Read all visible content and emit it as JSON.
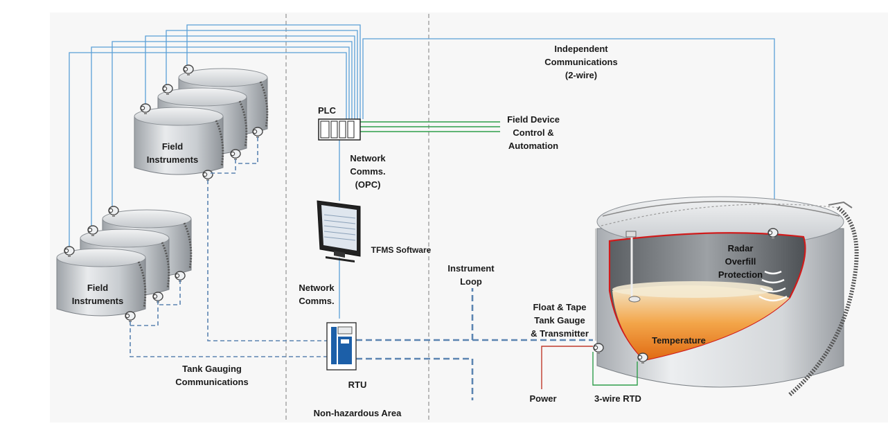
{
  "labels": {
    "field_instruments_top": "Field\nInstruments",
    "field_instruments_bottom": "Field\nInstruments",
    "plc": "PLC",
    "network_comms_opc": "Network\nComms.\n(OPC)",
    "tfms_software": "TFMS Software",
    "network_comms": "Network\nComms.",
    "rtu": "RTU",
    "non_hazardous_area": "Non-hazardous Area",
    "independent_comms": "Independent\nCommunications\n(2-wire)",
    "field_device_control": "Field Device\nControl &\nAutomation",
    "instrument_loop": "Instrument\nLoop",
    "float_tape": "Float & Tape\nTank Gauge\n& Transmitter",
    "radar_overfill": "Radar\nOverfill\nProtection",
    "temperature": "Temperature",
    "power": "Power",
    "three_wire_rtd": "3-wire RTD",
    "tank_gauging_comms": "Tank Gauging\nCommunications"
  },
  "colors": {
    "comm_line": "#5a9fd6",
    "dashed_link": "#5b84b1",
    "control_line": "#2e9e4a",
    "power_line": "#c0392b",
    "rtd_line": "#2e9e4a",
    "tank_shell": "#cfd2d6",
    "liquid_top": "#f1e6c8",
    "liquid_bottom": "#e67c1a",
    "cutaway_border": "#d01b1b"
  },
  "icons": {
    "instrument": "sensor-head-icon",
    "plc": "plc-rack-icon",
    "monitor": "computer-monitor-icon",
    "rtu": "rtu-module-icon",
    "radar_waves": "radar-waves-icon"
  }
}
